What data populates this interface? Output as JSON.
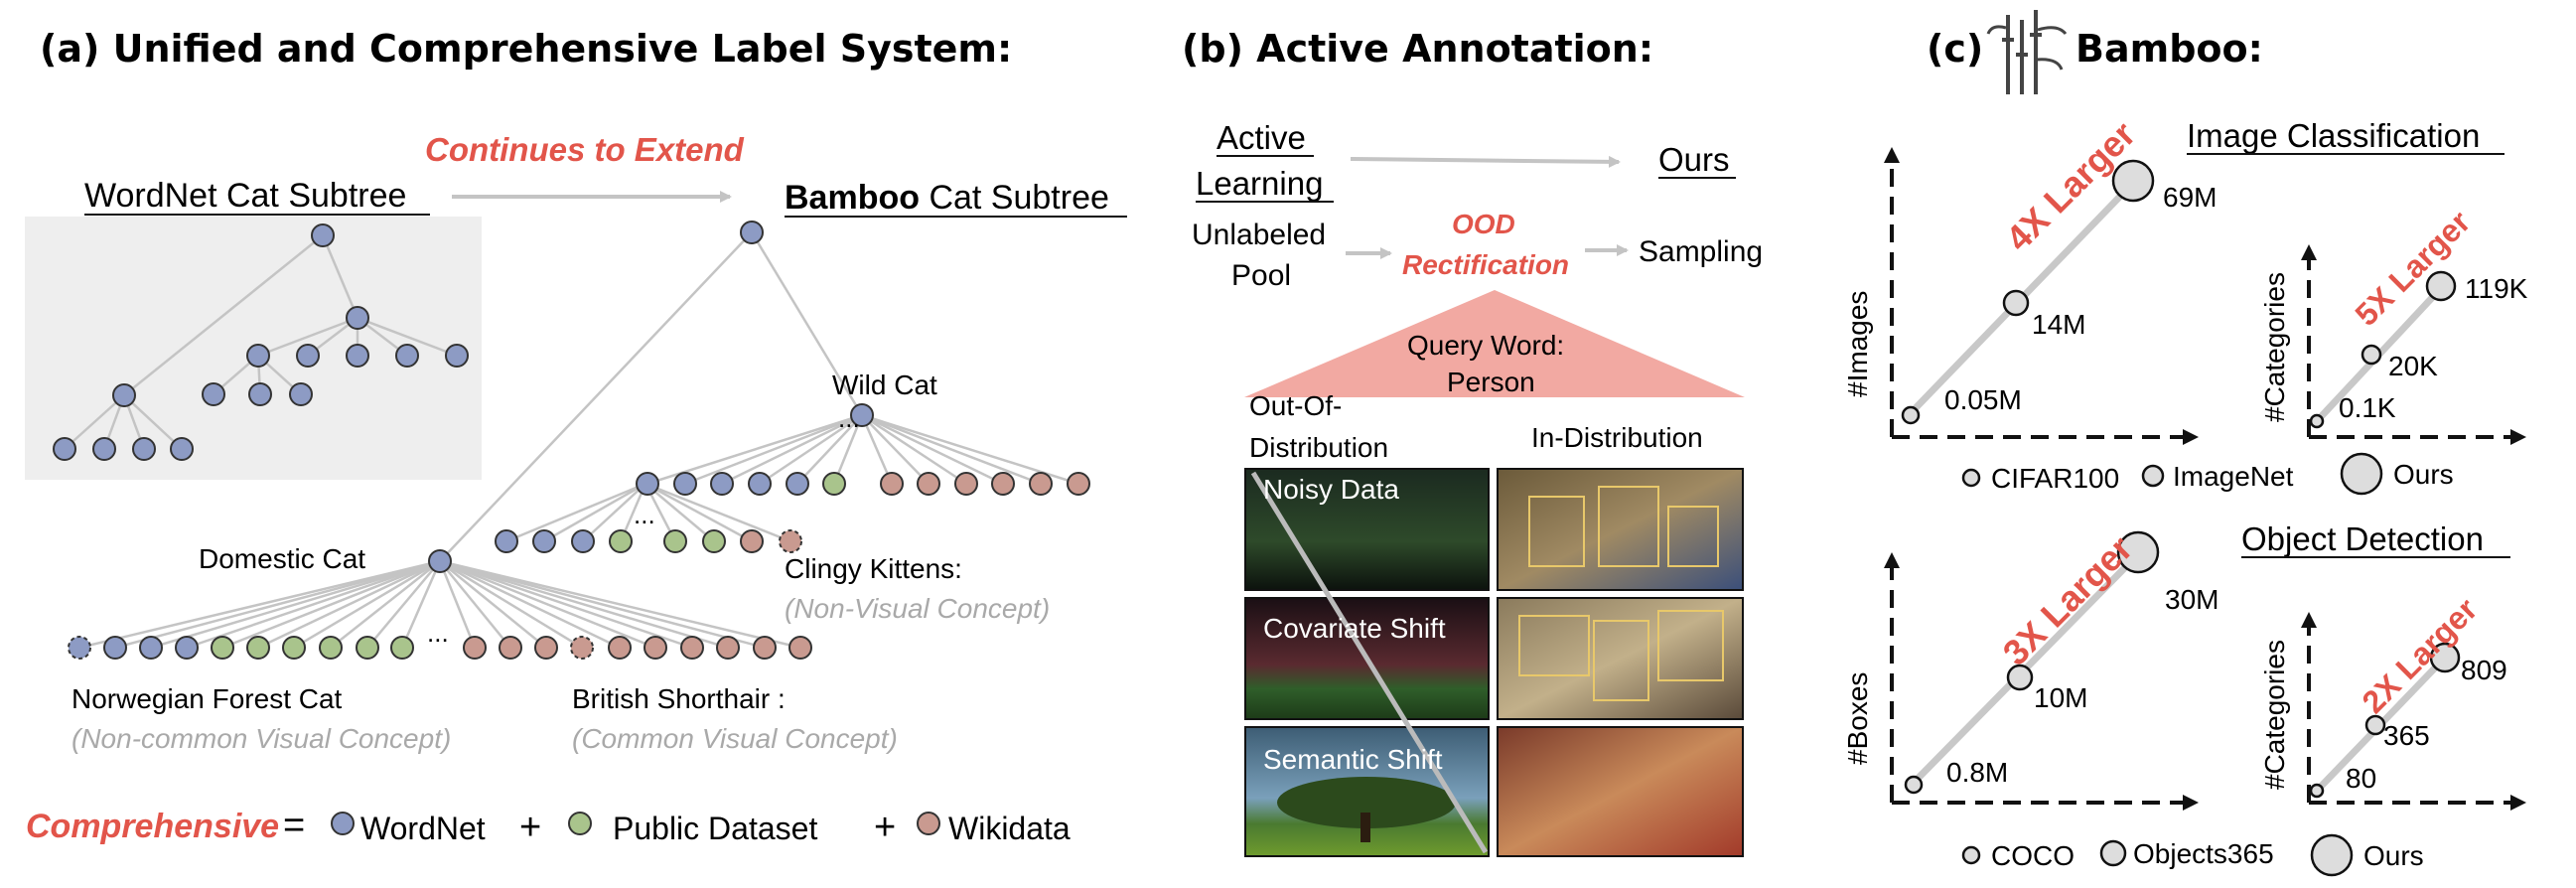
{
  "panel_a": {
    "title": "(a) Unified and Comprehensive Label System:",
    "wordnet_subtree": "WordNet Cat Subtree",
    "extend_label": "Continues to Extend",
    "bamboo_bold": "Bamboo",
    "bamboo_rest": " Cat Subtree",
    "wild_cat": "Wild Cat",
    "domestic_cat": "Domestic Cat",
    "clingy_kittens": "Clingy Kittens:",
    "non_visual": "(Non-Visual Concept)",
    "norwegian": "Norwegian Forest Cat",
    "non_common": "(Non-common Visual Concept)",
    "british": "British Shorthair :",
    "common": "(Common Visual Concept)",
    "ellipsis": "...",
    "legend": {
      "comprehensive": "Comprehensive",
      "equals": "=",
      "wordnet": "WordNet",
      "plus1": "+",
      "public": "Public Dataset",
      "plus2": "+",
      "wikidata": "Wikidata"
    },
    "colors": {
      "wordnet": "#8d9bc4",
      "public": "#a9c48c",
      "wikidata": "#c99a90"
    }
  },
  "panel_b": {
    "title": "(b) Active Annotation:",
    "active": "Active",
    "learning": "Learning",
    "ours": "Ours",
    "unlabeled": "Unlabeled",
    "pool": "Pool",
    "ood": "OOD",
    "rectification": "Rectification",
    "sampling": "Sampling",
    "query_word": "Query Word:",
    "person": "Person",
    "ood_col_1": "Out-Of-",
    "ood_col_2": "Distribution",
    "in_dist": "In-Distribution",
    "noisy": "Noisy Data",
    "covariate": "Covariate Shift",
    "semantic": "Semantic Shift"
  },
  "panel_c": {
    "title_prefix": "(c)",
    "title": "Bamboo:",
    "image_classification": "Image Classification",
    "object_detection": "Object Detection",
    "images_axis": "#Images",
    "categories_axis": "#Categories",
    "boxes_axis": "#Boxes",
    "ic_ratio": "4X Larger",
    "ic_cat_ratio": "5X Larger",
    "od_ratio": "3X Larger",
    "od_cat_ratio": "2X Larger",
    "ic_images": [
      "0.05M",
      "14M",
      "69M"
    ],
    "ic_categories": [
      "0.1K",
      "20K",
      "119K"
    ],
    "od_boxes": [
      "0.8M",
      "10M",
      "30M"
    ],
    "od_categories": [
      "80",
      "365",
      "809"
    ],
    "ic_legend": [
      "CIFAR100",
      "ImageNet",
      "Ours"
    ],
    "od_legend": [
      "COCO",
      "Objects365",
      "Ours"
    ]
  }
}
